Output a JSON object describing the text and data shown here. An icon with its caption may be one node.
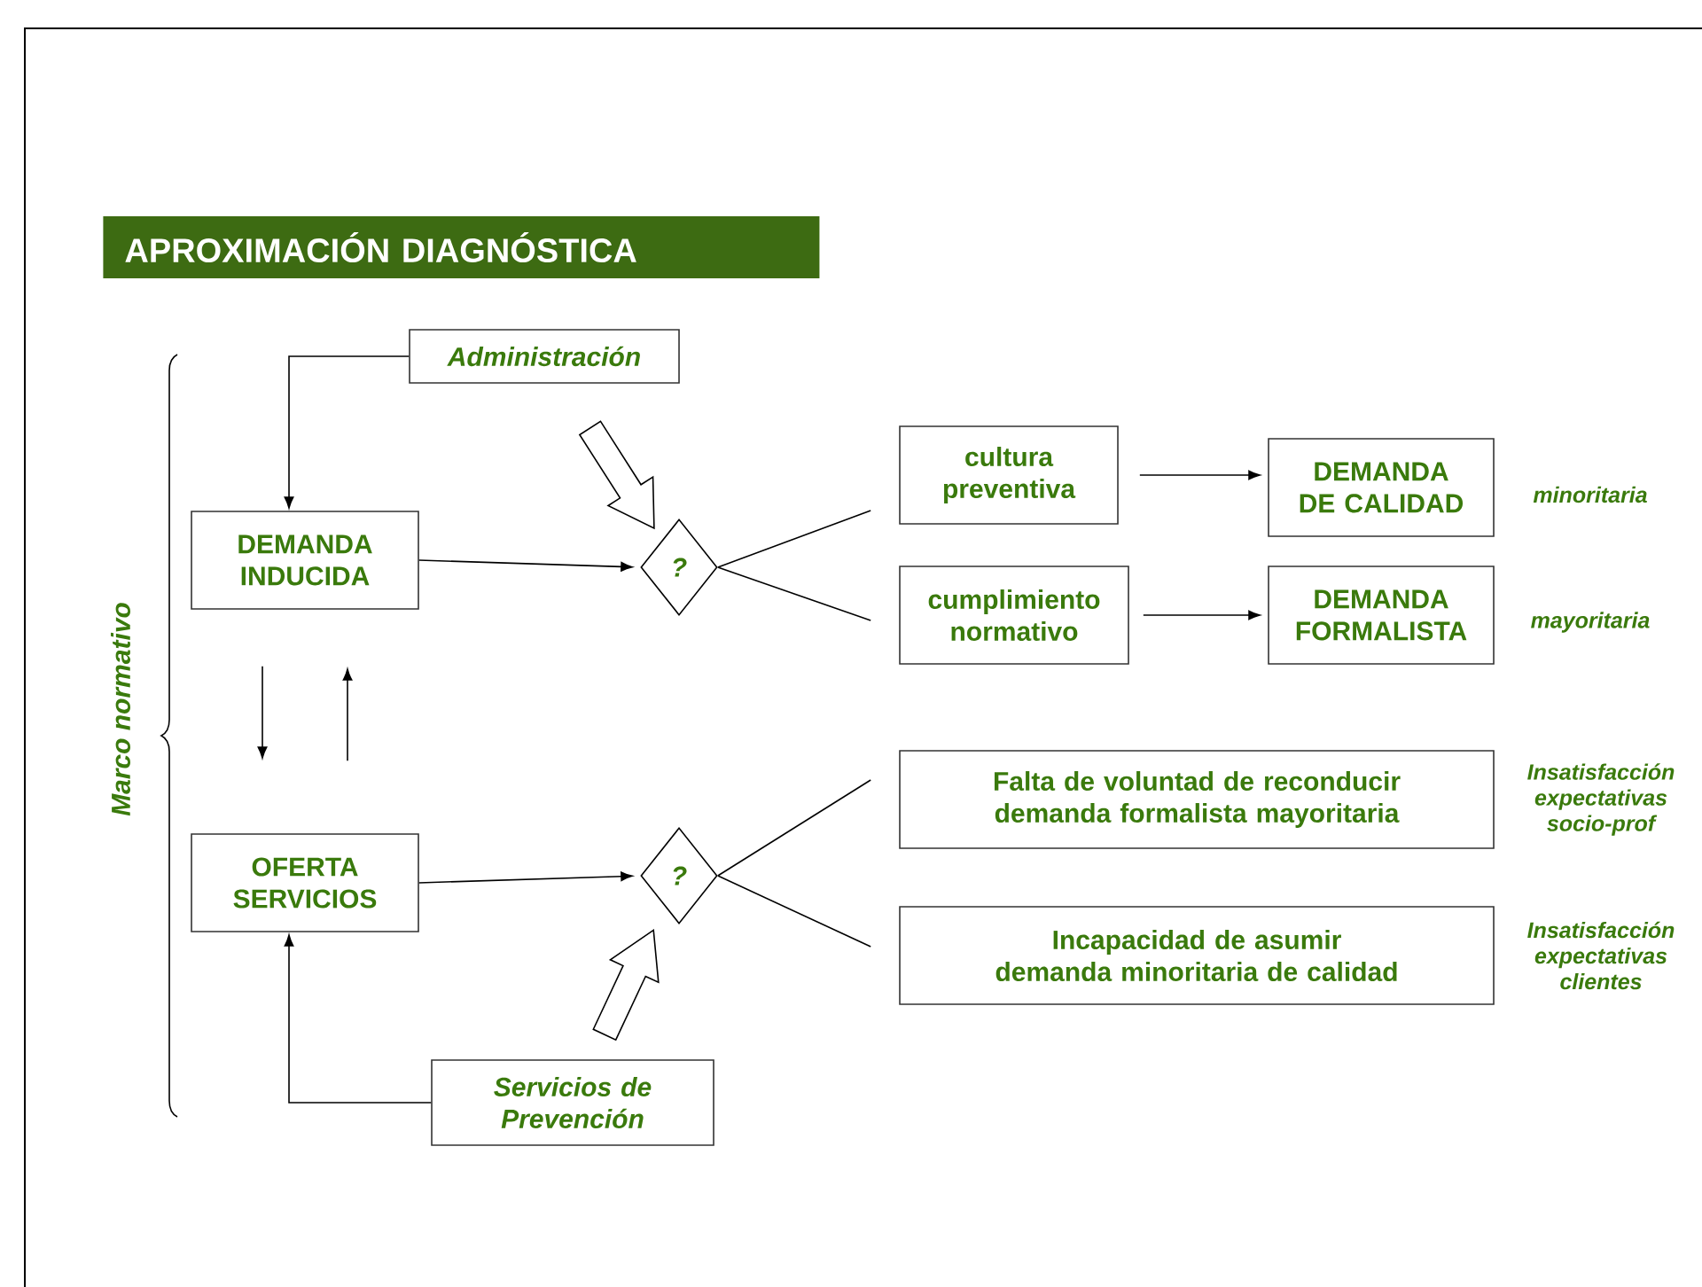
{
  "diagram": {
    "title": "APROXIMACIÓN DIAGNÓSTICA",
    "nodes": [
      {
        "text": [
          "Administración"
        ]
      },
      {
        "text": [
          "DEMANDA INDUCIDA"
        ]
      },
      {
        "text": [
          "?"
        ]
      },
      {
        "text": [
          "cultura preventiva"
        ]
      },
      {
        "text": [
          "DEMANDA DE CALIDAD"
        ],
        "beside": [
          "minoritaria"
        ]
      },
      {
        "text": [
          "cumplimiento normativo"
        ]
      },
      {
        "text": [
          "DEMANDA FORMALISTA"
        ],
        "beside": [
          "mayoritaria"
        ]
      },
      {
        "text": [
          "OFERTA SERVICIOS"
        ]
      },
      {
        "text": [
          "?"
        ]
      },
      {
        "text": [
          "Falta de voluntad de reconducir demanda formalista mayoritaria"
        ],
        "beside": [
          "Insatisfacción expectativas socio-prof"
        ]
      },
      {
        "text": [
          "Incapacidad de asumir demanda minoritaria de calidad"
        ],
        "beside": [
          "Insatisfacción expectativas clientes"
        ]
      },
      {
        "text": [
          "Servicios de Prevención"
        ]
      }
    ],
    "edges": [
      {
        "from": 0,
        "to": 1,
        "arrow": "to"
      },
      {
        "from": 0,
        "to": 2,
        "arrow": "to",
        "style": "thick"
      },
      {
        "from": 1,
        "to": 2,
        "arrow": "to"
      },
      {
        "from": 2,
        "to": 3,
        "arrow": "none"
      },
      {
        "from": 2,
        "to": 5,
        "arrow": "none"
      },
      {
        "from": 3,
        "to": 4,
        "arrow": "to"
      },
      {
        "from": 5,
        "to": 6,
        "arrow": "to"
      },
      {
        "from": 1,
        "to": 7,
        "arrow": "to"
      },
      {
        "from": 7,
        "to": 1,
        "arrow": "to"
      },
      {
        "from": 7,
        "to": 8,
        "arrow": "to"
      },
      {
        "from": 8,
        "to": 9,
        "arrow": "none"
      },
      {
        "from": 8,
        "to": 10,
        "arrow": "none"
      },
      {
        "from": 11,
        "to": 8,
        "arrow": "to",
        "style": "thick"
      },
      {
        "from": 11,
        "to": 7,
        "arrow": "to"
      }
    ],
    "labels": [
      "Marco normativo"
    ]
  }
}
